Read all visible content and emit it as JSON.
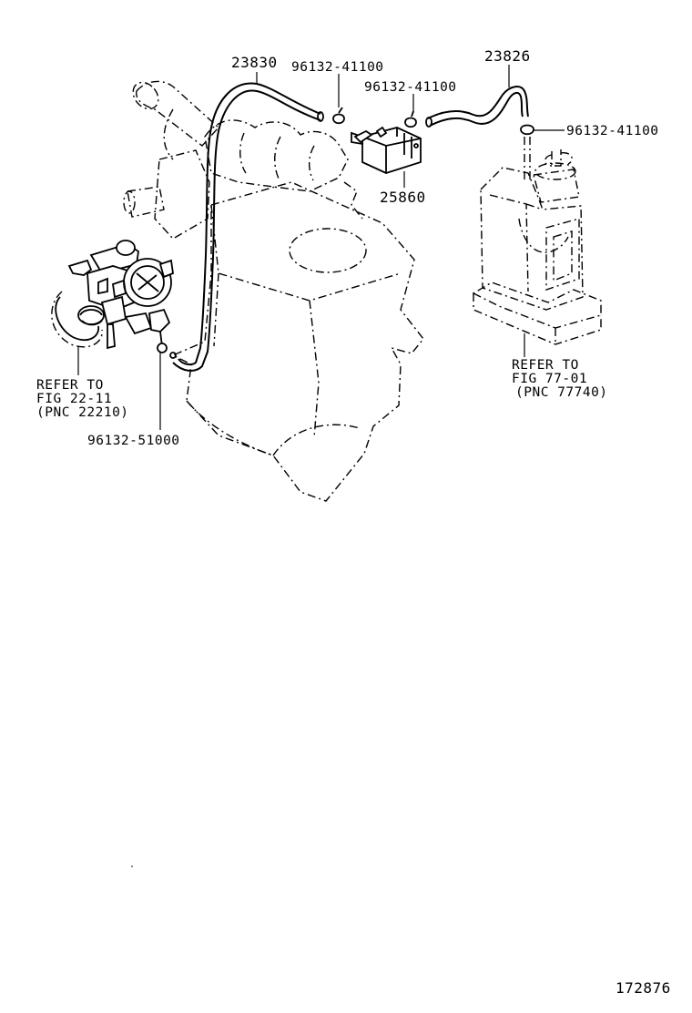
{
  "parts": {
    "hose_upper": "23830",
    "hose_right": "23826",
    "vsv": "25860",
    "clamp_a": "96132-41100",
    "clamp_b": "96132-41100",
    "clamp_c": "96132-41100",
    "clamp_lower": "96132-51000"
  },
  "refs": {
    "throttle": [
      "REFER TO",
      "FIG 22-11",
      "(PNC 22210)"
    ],
    "canister": [
      "REFER TO",
      "FIG 77-01",
      "(PNC 77740)"
    ]
  },
  "illustration_id": "172876"
}
